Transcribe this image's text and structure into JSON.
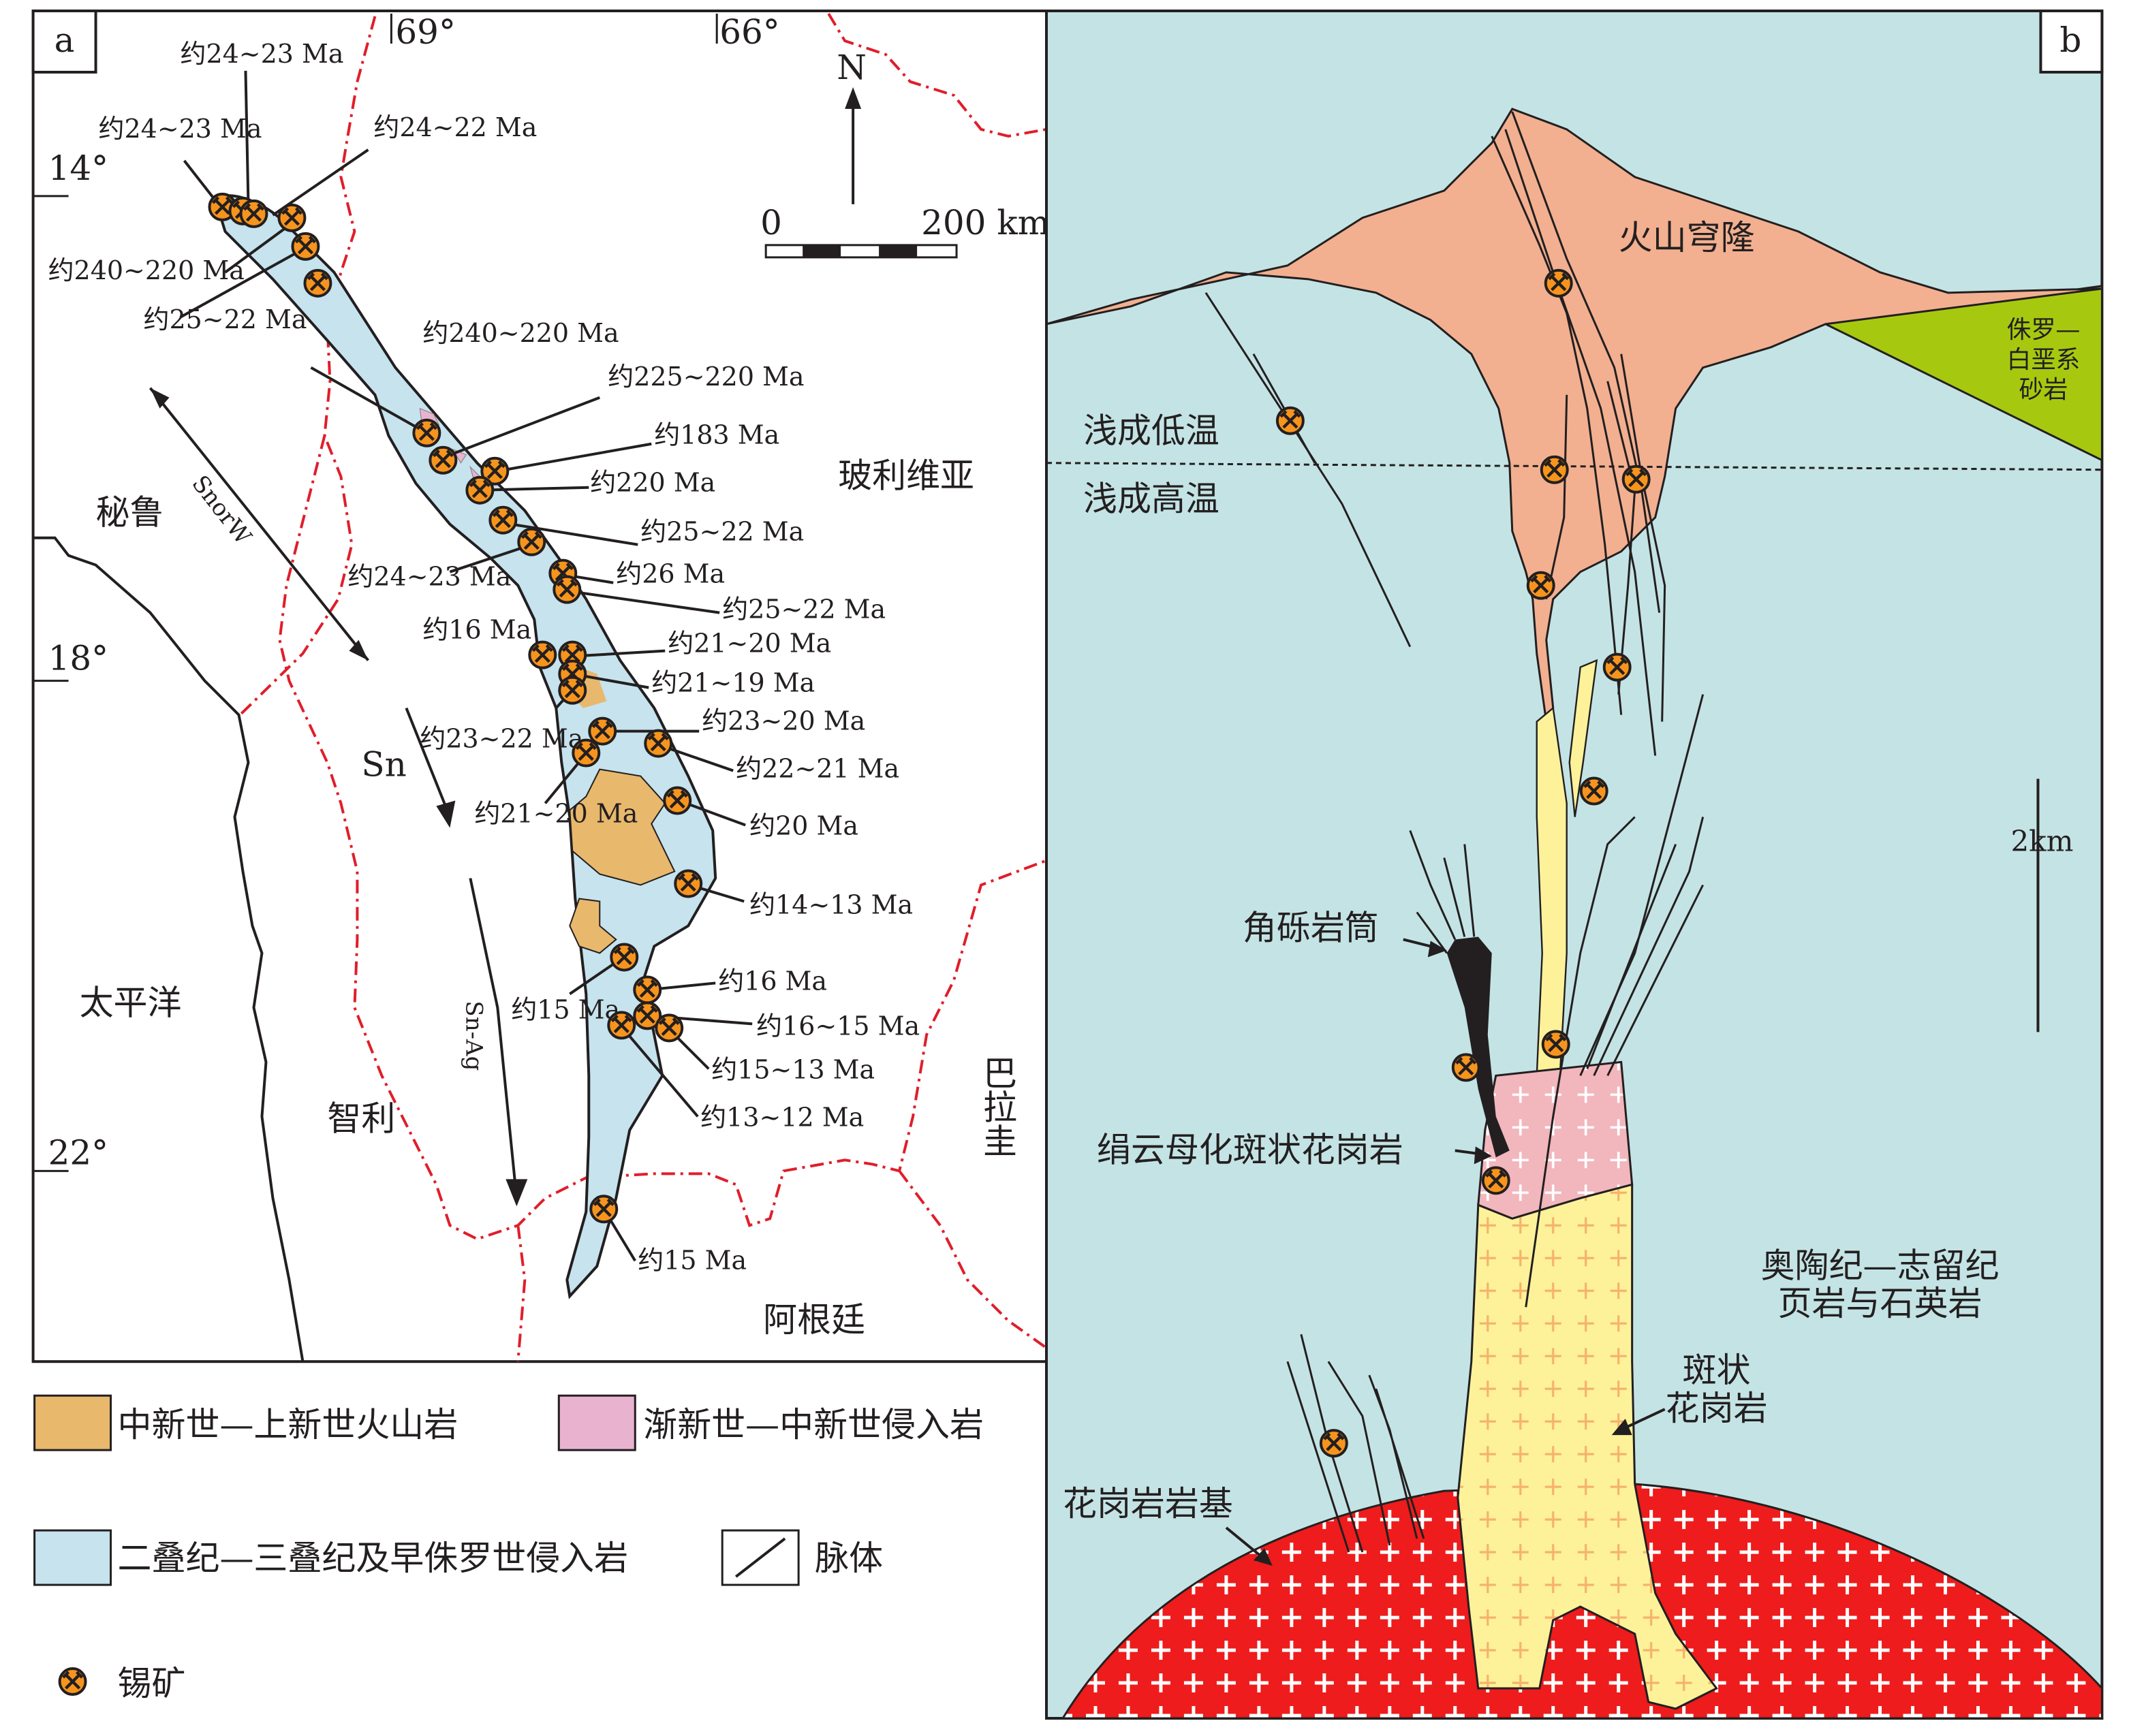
{
  "panel_a": {
    "label": "a",
    "longitudes": [
      "69°",
      "66°"
    ],
    "latitudes": [
      "14°",
      "18°",
      "22°"
    ],
    "north": "N",
    "scale_start": "0",
    "scale_end": "200 km",
    "countries": {
      "peru": "秘鲁",
      "bolivia": "玻利维亚",
      "chile": "智利",
      "pacific": "太平洋",
      "argentina": "阿根廷",
      "paraguay": "巴拉圭"
    },
    "zones": {
      "snw": "SnorW",
      "sn": "Sn",
      "snag": "Sn-Ag"
    },
    "ages": [
      "约24~23 Ma",
      "约24~23 Ma",
      "约24~22 Ma",
      "约240~220 Ma",
      "约25~22 Ma",
      "约240~220 Ma",
      "约225~220 Ma",
      "约183 Ma",
      "约220 Ma",
      "约25~22 Ma",
      "约24~23 Ma",
      "约26 Ma",
      "约25~22 Ma",
      "约16 Ma",
      "约21~20 Ma",
      "约21~19 Ma",
      "约23~20 Ma",
      "约23~22 Ma",
      "约22~21 Ma",
      "约21~20 Ma",
      "约20 Ma",
      "约14~13 Ma",
      "约16 Ma",
      "约15 Ma",
      "约16~15 Ma",
      "约15~13 Ma",
      "约13~12 Ma",
      "约15 Ma"
    ]
  },
  "panel_b": {
    "label": "b",
    "volcanic_dome": "火山穹隆",
    "jurassic_cretaceous": [
      "侏罗—",
      "白垩系",
      "砂岩"
    ],
    "epithermal_low": "浅成低温",
    "epithermal_high": "浅成高温",
    "scale": "2km",
    "breccia_pipe": "角砾岩筒",
    "sericitized_porphyry": "绢云母化斑状花岗岩",
    "ordovician_silurian": [
      "奥陶纪—志留纪",
      "页岩与石英岩"
    ],
    "porphyry_granite": [
      "斑状",
      "花岗岩"
    ],
    "granite_batholith": "花岗岩岩基"
  },
  "legend": {
    "items": [
      "中新世—上新世火山岩",
      "渐新世—中新世侵入岩",
      "二叠纪—三叠纪及早侏罗世侵入岩",
      "脉体",
      "锡矿"
    ],
    "colors": {
      "volcanic": "#e8b86d",
      "intrusive_oligo": "#e9b3d0",
      "intrusive_permian": "#c6e3ee",
      "tin": "#f7941d",
      "border": "#e01e2a"
    }
  }
}
